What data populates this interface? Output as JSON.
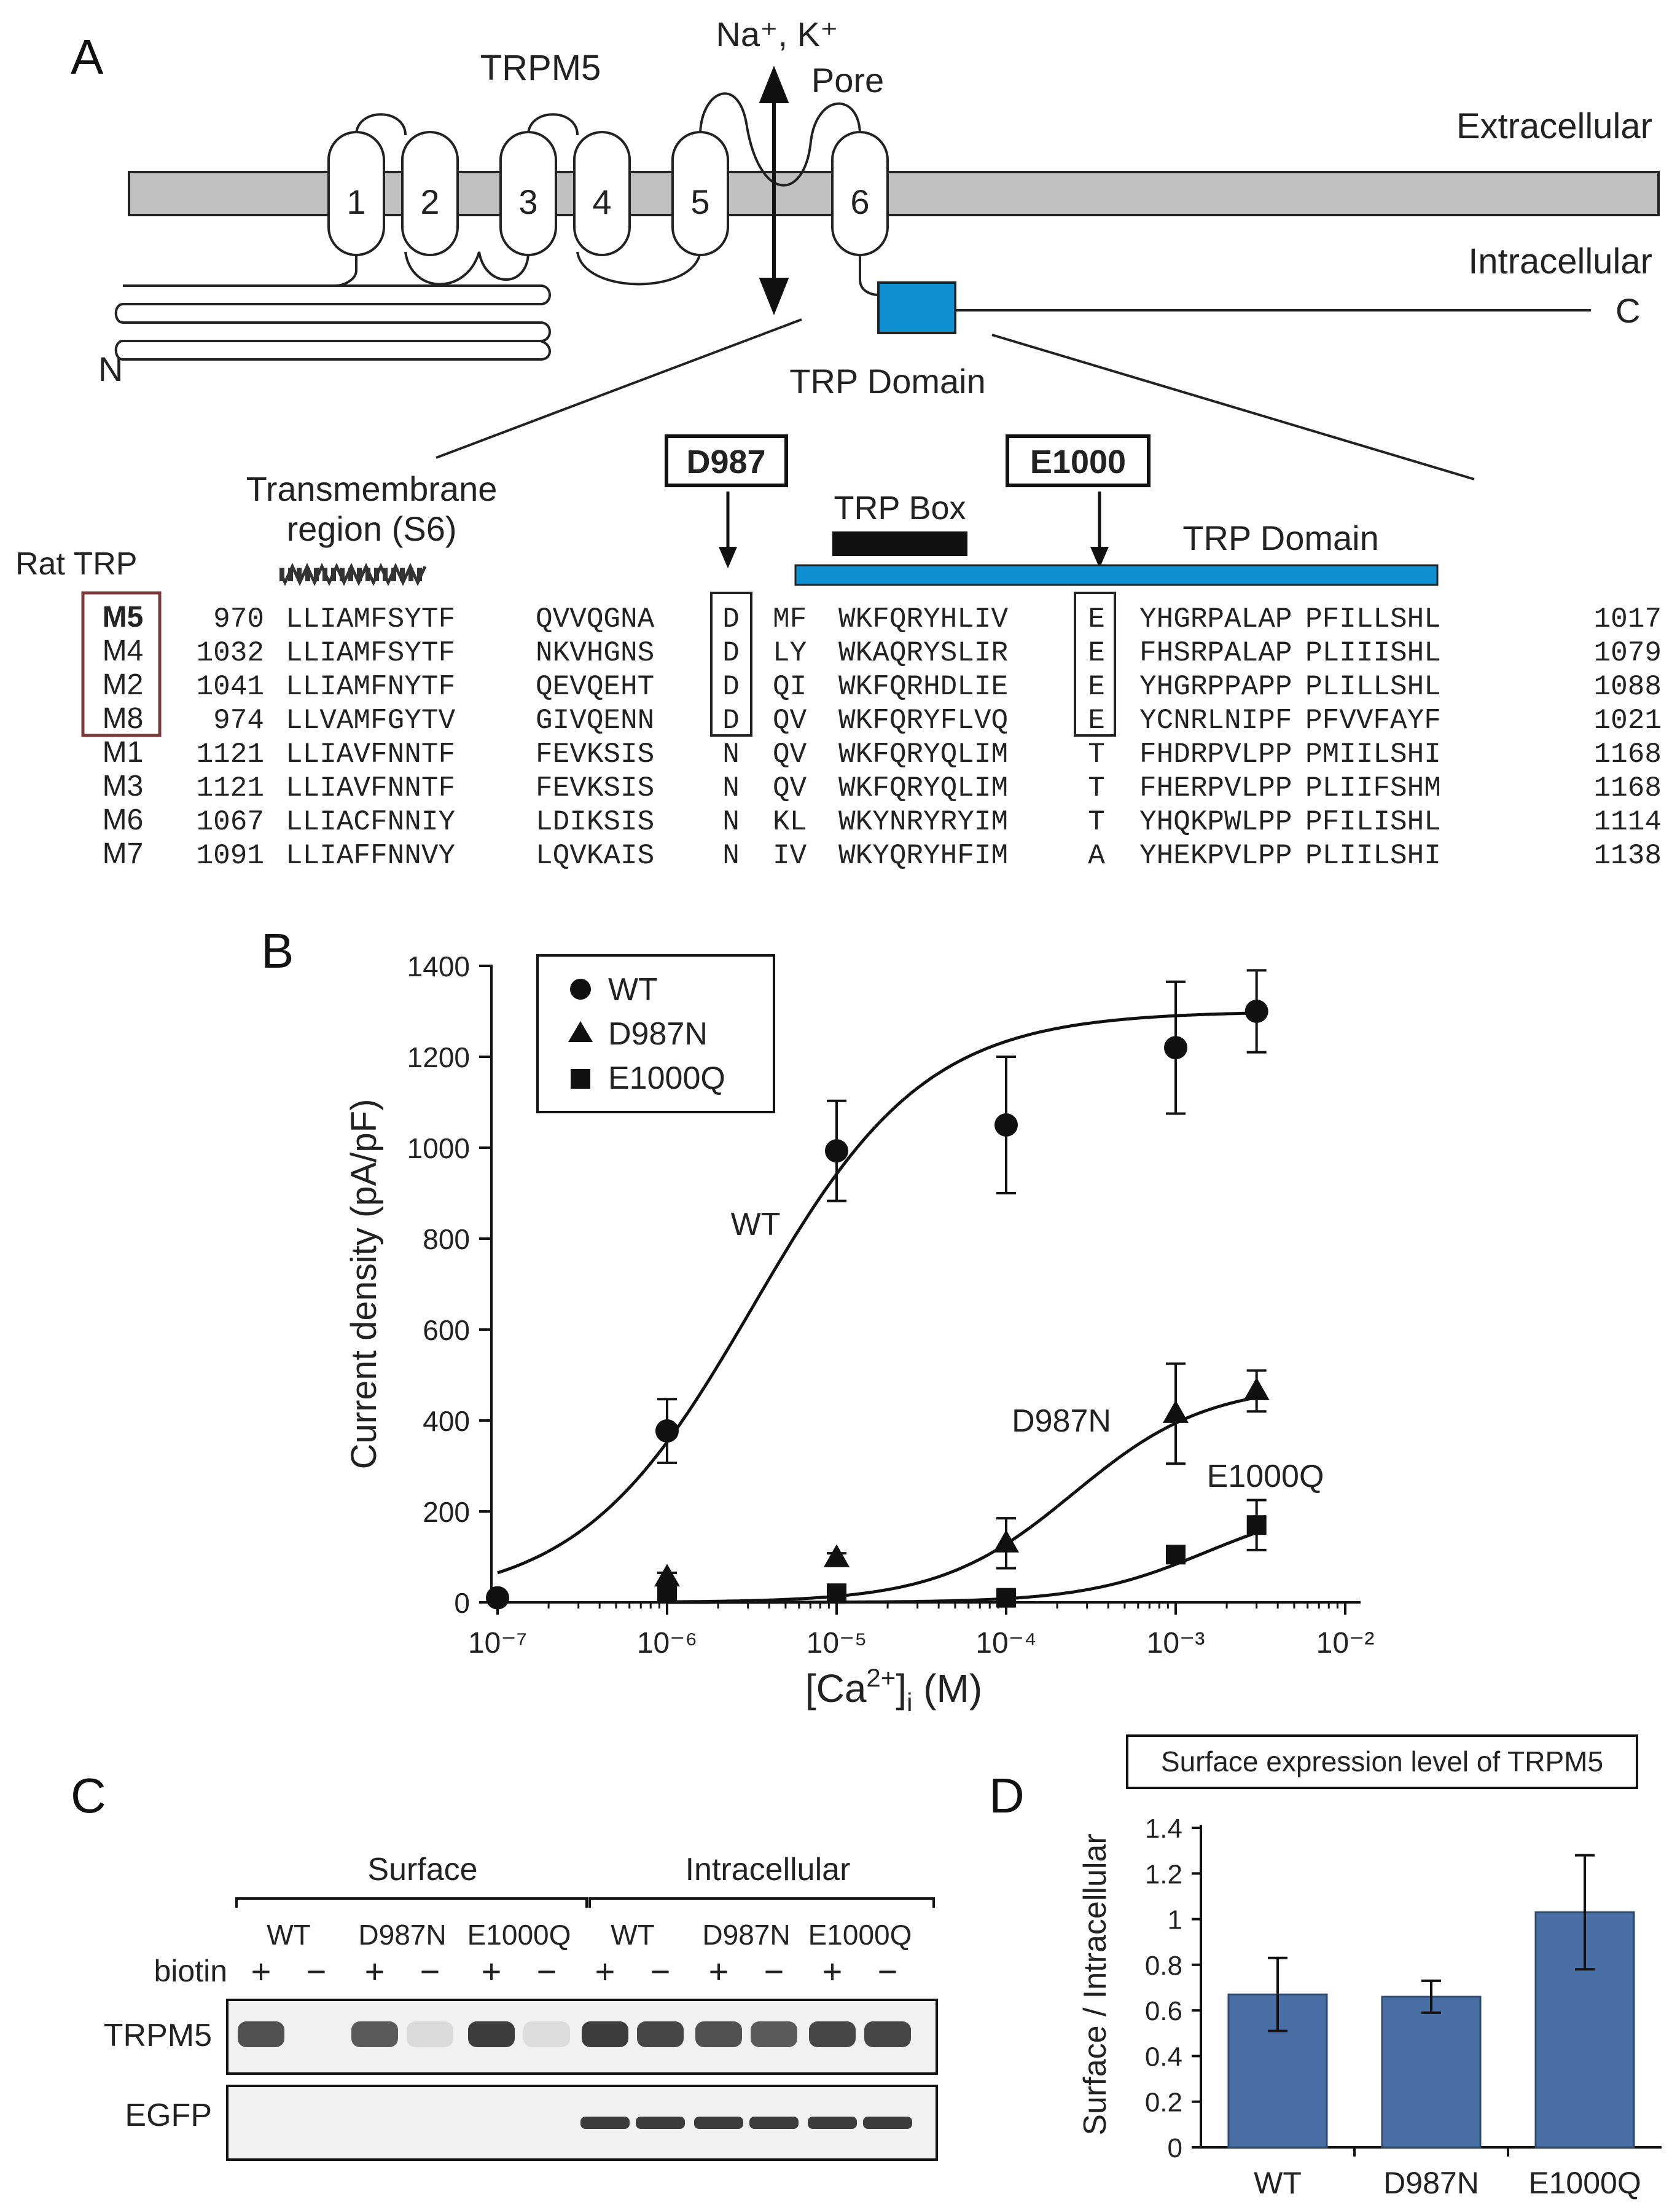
{
  "panel_labels": {
    "a": "A",
    "b": "B",
    "c": "C",
    "d": "D"
  },
  "panel_a": {
    "protein": "TRPM5",
    "ions": "Na⁺, K⁺",
    "pore": "Pore",
    "extracellular": "Extracellular",
    "intracellular": "Intracellular",
    "n_term": "N",
    "c_term": "C",
    "segments": [
      "1",
      "2",
      "3",
      "4",
      "5",
      "6"
    ],
    "trp_domain_label": "TRP Domain",
    "tm_region_line1": "Transmembrane",
    "tm_region_line2": "region (S6)",
    "site1": "D987",
    "site2": "E1000",
    "trp_box": "TRP Box",
    "trp_domain_bar": "TRP Domain",
    "rat_trp": "Rat TRP",
    "domain_color": "#0e90d2",
    "highlight_color": "#e8212b",
    "alignment": [
      {
        "name": "M5",
        "start": "970",
        "seg": [
          "LLIAMFSYTF",
          "QVVQGNA",
          "D",
          "MF",
          "WKFQRYHLIV",
          "E",
          "YHGRPALAP",
          "PFILLSHL"
        ],
        "end": "1017"
      },
      {
        "name": "M4",
        "start": "1032",
        "seg": [
          "LLIAMFSYTF",
          "NKVHGNS",
          "D",
          "LY",
          "WKAQRYSLIR",
          "E",
          "FHSRPALAP",
          "PLIIISHL"
        ],
        "end": "1079"
      },
      {
        "name": "M2",
        "start": "1041",
        "seg": [
          "LLIAMFNYTF",
          "QEVQEHT",
          "D",
          "QI",
          "WKFQRHDLIE",
          "E",
          "YHGRPPAPP",
          "PLILLSHL"
        ],
        "end": "1088"
      },
      {
        "name": "M8",
        "start": "974",
        "seg": [
          "LLVAMFGYTV",
          "GIVQENN",
          "D",
          "QV",
          "WKFQRYFLVQ",
          "E",
          "YCNRLNIPF",
          "PFVVFAYF"
        ],
        "end": "1021"
      },
      {
        "name": "M1",
        "start": "1121",
        "seg": [
          "LLIAVFNNTF",
          "FEVKSIS",
          "N",
          "QV",
          "WKFQRYQLIM",
          "T",
          "FHDRPVLPP",
          "PMIILSHI"
        ],
        "end": "1168"
      },
      {
        "name": "M3",
        "start": "1121",
        "seg": [
          "LLIAVFNNTF",
          "FEVKSIS",
          "N",
          "QV",
          "WKFQRYQLIM",
          "T",
          "FHERPVLPP",
          "PLIIFSHM"
        ],
        "end": "1168"
      },
      {
        "name": "M6",
        "start": "1067",
        "seg": [
          "LLIACFNNIY",
          "LDIKSIS",
          "N",
          "KL",
          "WKYNRYRYIM",
          "T",
          "YHQKPWLPP",
          "PFILISHL"
        ],
        "end": "1114"
      },
      {
        "name": "M7",
        "start": "1091",
        "seg": [
          "LLIAFFNNVY",
          "LQVKAIS",
          "N",
          "IV",
          "WKYQRYHFIM",
          "A",
          "YHEKPVLPP",
          "PLIILSHI"
        ],
        "end": "1138"
      }
    ]
  },
  "panel_c": {
    "surface": "Surface",
    "intracellular": "Intracellular",
    "lanes": [
      "WT",
      "D987N",
      "E1000Q",
      "WT",
      "D987N",
      "E1000Q"
    ],
    "biotin_label": "biotin",
    "biotin_signs": [
      "+",
      "−",
      "+",
      "−",
      "+",
      "−",
      "+",
      "−",
      "+",
      "−",
      "+",
      "−"
    ],
    "blot1": "TRPM5",
    "blot2": "EGFP",
    "trpm5_band_intensity": [
      0.75,
      0.0,
      0.7,
      0.06,
      0.85,
      0.05,
      0.85,
      0.8,
      0.75,
      0.7,
      0.8,
      0.8
    ],
    "egfp_band_intensity": [
      0,
      0,
      0,
      0,
      0,
      0,
      0.85,
      0.85,
      0.85,
      0.85,
      0.85,
      0.85
    ]
  },
  "chart_data": [
    {
      "type": "scatter",
      "xscale": "log",
      "xlim": [
        1e-07,
        0.01
      ],
      "ylim": [
        0,
        1400
      ],
      "xlabel": "[Ca2+]i (M)",
      "ylabel": "Current density (pA/pF)",
      "x_ticks": [
        "10⁻⁷",
        "10⁻⁶",
        "10⁻⁵",
        "10⁻⁴",
        "10⁻³",
        "10⁻²"
      ],
      "y_ticks": [
        "0",
        "200",
        "400",
        "600",
        "800",
        "1000",
        "1200",
        "1400"
      ],
      "legend_position": "top-left",
      "legend": [
        "WT",
        "D987N",
        "E1000Q"
      ],
      "series": [
        {
          "name": "WT",
          "marker": "circle",
          "x": [
            1e-07,
            1e-06,
            1e-05,
            0.0001,
            0.001,
            0.003
          ],
          "y": [
            10,
            377,
            993,
            1050,
            1220,
            1300
          ],
          "err": [
            8,
            70,
            110,
            150,
            145,
            90
          ],
          "fit": {
            "bottom": 0,
            "top": 1300,
            "ec50": 3.2e-06,
            "hill": 0.85
          },
          "curve_label": "WT"
        },
        {
          "name": "D987N",
          "marker": "triangle",
          "x": [
            1e-06,
            1e-05,
            0.0001,
            0.001,
            0.003
          ],
          "y": [
            55,
            98,
            130,
            415,
            465
          ],
          "err": [
            10,
            10,
            55,
            110,
            45
          ],
          "fit": {
            "bottom": 0,
            "top": 480,
            "ec50": 0.00025,
            "hill": 1.1
          },
          "curve_label": "D987N"
        },
        {
          "name": "E1000Q",
          "marker": "square",
          "x": [
            1e-06,
            1e-05,
            0.0001,
            0.001,
            0.003
          ],
          "y": [
            20,
            20,
            10,
            105,
            170
          ],
          "err": [
            5,
            5,
            5,
            10,
            55
          ],
          "fit": {
            "bottom": 0,
            "top": 220,
            "ec50": 0.0015,
            "hill": 1.2
          },
          "curve_label": "E1000Q"
        }
      ]
    },
    {
      "type": "bar",
      "title": "Surface expression level of TRPM5",
      "categories": [
        "WT",
        "D987N",
        "E1000Q"
      ],
      "values": [
        0.67,
        0.66,
        1.03
      ],
      "errors": [
        0.16,
        0.07,
        0.25
      ],
      "ylim": [
        0,
        1.4
      ],
      "y_ticks": [
        "0",
        "0.2",
        "0.4",
        "0.6",
        "0.8",
        "1",
        "1.2",
        "1.4"
      ],
      "ylabel": "Surface / Intracellular",
      "bar_color": "#4a6fa5"
    }
  ]
}
